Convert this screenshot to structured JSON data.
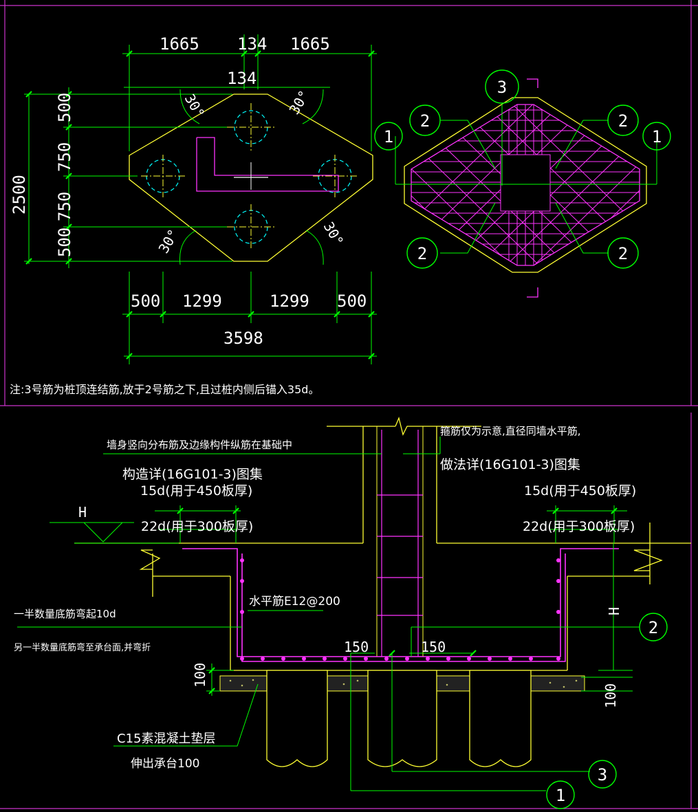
{
  "colors": {
    "background": "#000000",
    "dimension": "#00ff00",
    "outline": "#ffff33",
    "rebar": "#ff33ff",
    "pile": "#00ffff",
    "centerline": "#ffffff",
    "border": "#cc33cc"
  },
  "plan": {
    "dims_top": [
      "1665",
      "134",
      "1665"
    ],
    "dim_top_inner": "134",
    "dims_left": [
      "500",
      "750",
      "750",
      "500"
    ],
    "dim_left_total": "2500",
    "dims_bottom": [
      "500",
      "1299",
      "1299",
      "500"
    ],
    "dim_bottom_total": "3598",
    "angle": "30°"
  },
  "rebar_plan": {
    "callouts": [
      "1",
      "2",
      "3"
    ]
  },
  "note": "注:3号筋为桩顶连结筋,放于2号筋之下,且过桩内侧后锚入35d。",
  "section": {
    "note_left_1": "墙身竖向分布筋及边缘构件纵筋在基础中",
    "note_left_2": "构造详(16G101-3)图集",
    "note_right_1": "箍筋仅为示意,直径同墙水平筋,",
    "note_right_2": "做法详(16G101-3)图集",
    "anchor_450": "15d(用于450板厚)",
    "anchor_300": "22d(用于300板厚)",
    "level_mark": "H",
    "horizontal_bar": "水平筋E12@200",
    "bottom_bend_1": "一半数量底筋弯起10d",
    "bottom_bend_2": "另一半数量底筋弯至承台面,并弯折",
    "offset": "150",
    "cushion_thickness": "100",
    "cushion_label": "C15素混凝土垫层",
    "cushion_extend": "伸出承台100",
    "callouts": [
      "1",
      "2",
      "3"
    ]
  }
}
